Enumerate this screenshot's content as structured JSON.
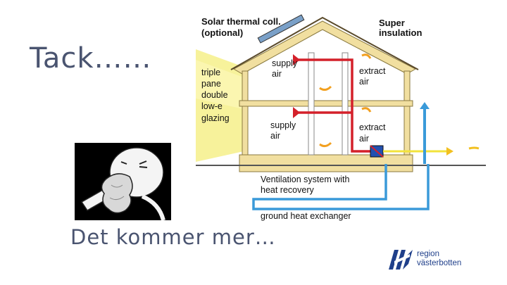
{
  "slide": {
    "title": "Tack……",
    "subtitle": "Det kommer mer…"
  },
  "diagram": {
    "solar": [
      "Solar thermal coll.",
      "(optional)"
    ],
    "insulation": [
      "Super",
      "insulation"
    ],
    "glazing": [
      "triple",
      "pane",
      "double",
      "low-e",
      "glazing"
    ],
    "supply_upper": [
      "supply",
      "air"
    ],
    "extract_upper": [
      "extract",
      "air"
    ],
    "supply_lower": [
      "supply",
      "air"
    ],
    "extract_lower": [
      "extract",
      "air"
    ],
    "ventilation": [
      "Ventilation system with",
      "heat recovery"
    ],
    "ground": "ground heat exchanger"
  },
  "logo": {
    "line1": "region",
    "line2": "västerbotten",
    "color": "#1f3f8a"
  },
  "colors": {
    "title_text": "#4a5470",
    "supply_duct": "#d4202a",
    "ground_duct": "#3a9ad9",
    "exhaust_air": "#f2e33b",
    "insulation": "#f1dfa0"
  }
}
